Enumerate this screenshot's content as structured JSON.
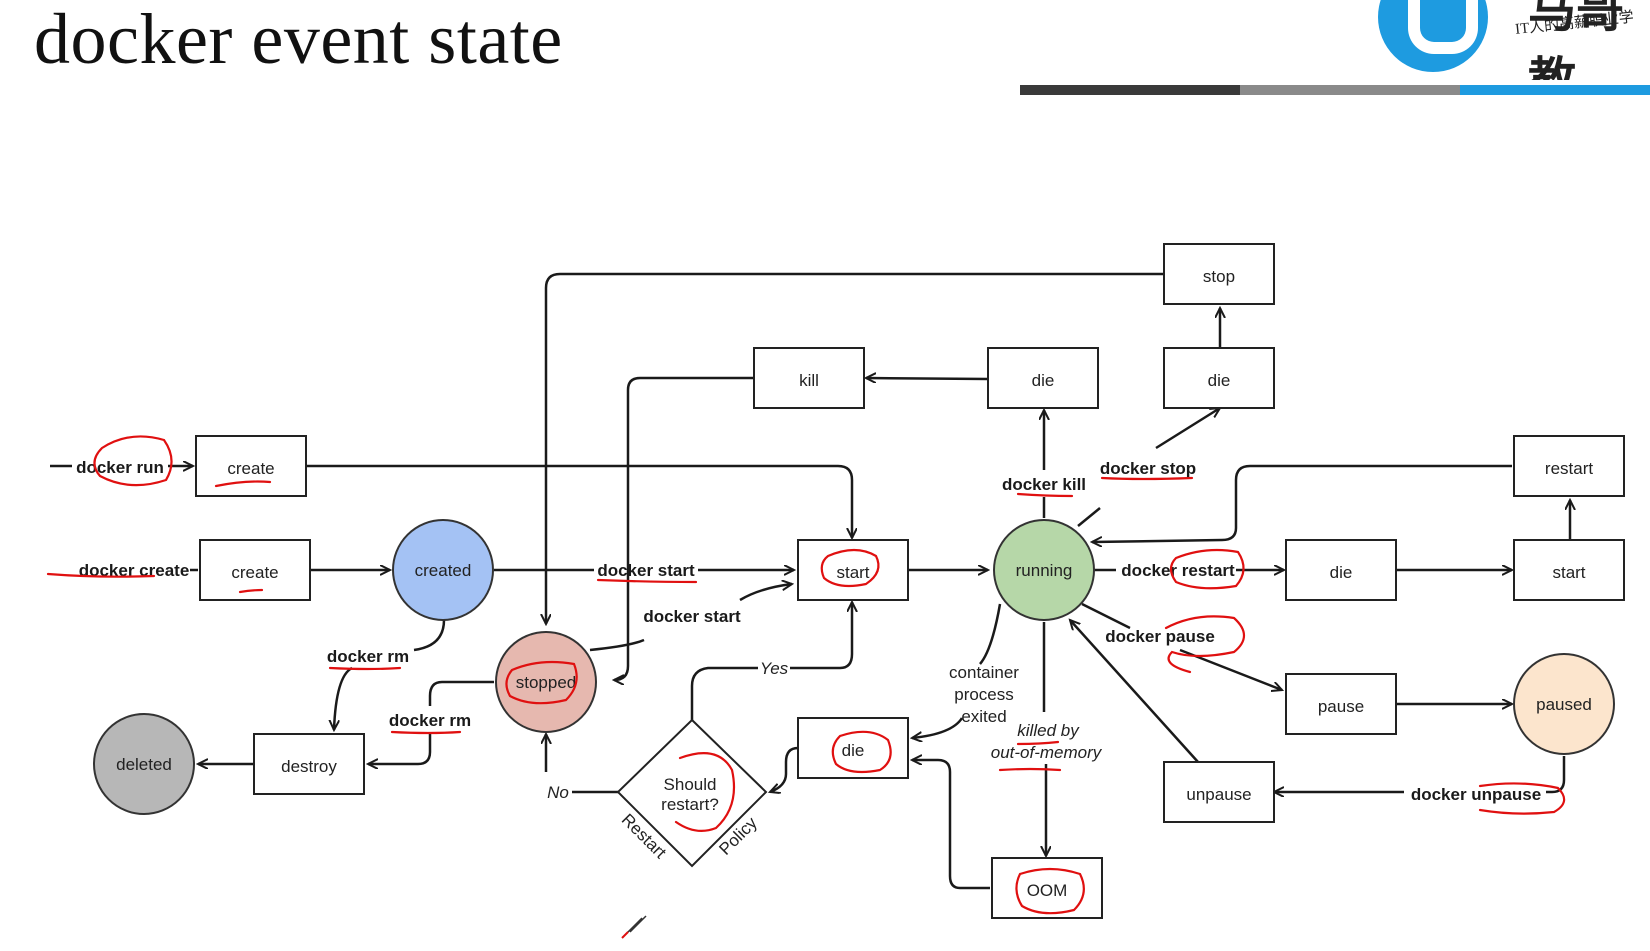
{
  "slide": {
    "title": "docker event state",
    "logo": {
      "tagline": "IT人的高薪职业学",
      "accent": "#1e9be0",
      "word": "马哥教"
    },
    "header_bar_colors": [
      "#3a3a3a",
      "#8a8a8a",
      "#1e9be0"
    ]
  },
  "diagram": {
    "states": {
      "created": {
        "label": "created",
        "color": "#a4c2f4"
      },
      "stopped": {
        "label": "stopped",
        "color": "#e6b8af"
      },
      "running": {
        "label": "running",
        "color": "#b6d7a8"
      },
      "paused": {
        "label": "paused",
        "color": "#fce5cd"
      },
      "deleted": {
        "label": "deleted",
        "color": "#b7b7b7"
      }
    },
    "events": {
      "create_top": "create",
      "create_mid": "create",
      "start_center": "start",
      "kill": "kill",
      "die_kill": "die",
      "die_stop": "die",
      "stop": "stop",
      "restart": "restart",
      "die_restart": "die",
      "start_restart": "start",
      "pause": "pause",
      "unpause": "unpause",
      "die_oom": "die",
      "oom": "OOM",
      "destroy": "destroy"
    },
    "decision": {
      "line1": "Should",
      "line2": "restart?"
    },
    "commands": {
      "docker_run": "docker run",
      "docker_create": "docker create",
      "docker_start_main": "docker start",
      "docker_start_stopped": "docker start",
      "docker_rm_created": "docker rm",
      "docker_rm_stopped": "docker rm",
      "docker_kill": "docker kill",
      "docker_stop": "docker stop",
      "docker_restart": "docker restart",
      "docker_pause": "docker pause",
      "docker_unpause": "docker unpause"
    },
    "annotations": {
      "yes": "Yes",
      "no": "No",
      "restart_word": "Restart",
      "policy_word": "Policy",
      "exited_1": "container",
      "exited_2": "process",
      "exited_3": "exited",
      "oom_1": "killed by",
      "oom_2": "out-of-memory"
    }
  }
}
